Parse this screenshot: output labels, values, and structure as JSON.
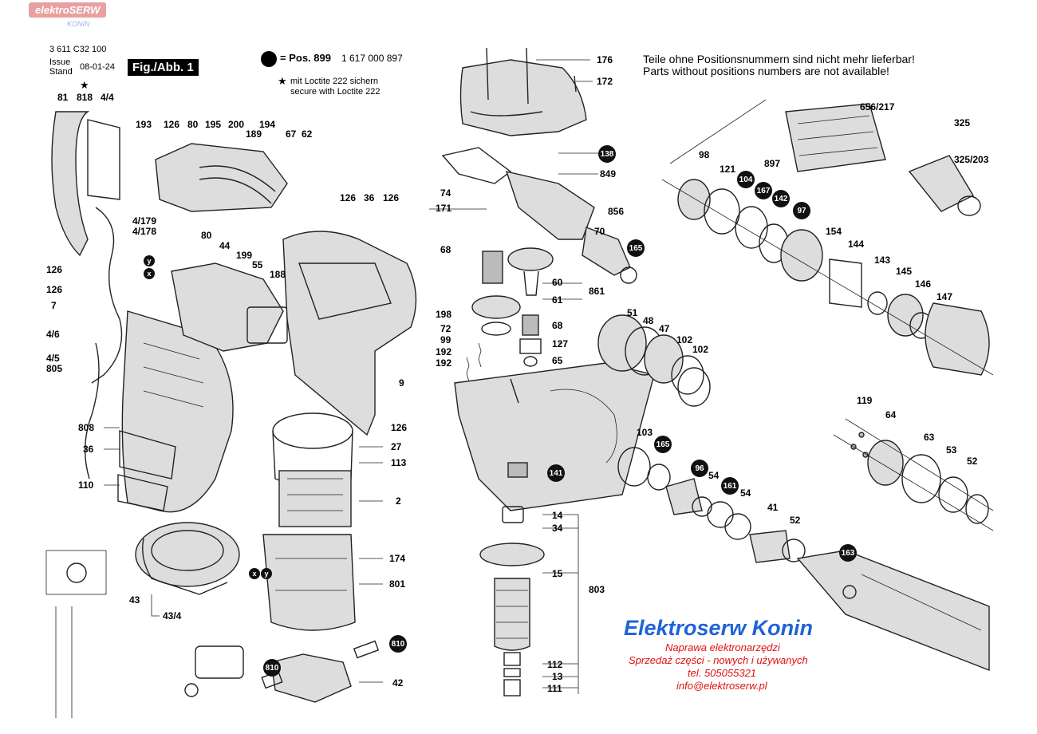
{
  "watermark": {
    "brand": "elektroSERW",
    "sub": "KONIN"
  },
  "header": {
    "part_number": "3 611 C32 100",
    "issue_label": "Issue",
    "stand_label": "Stand",
    "issue_date": "08-01-24",
    "figure": "Fig./Abb. 1",
    "pos_note": "= Pos. 899",
    "pos_number": "1 617 000 897",
    "loctite_de": "mit Loctite 222 sichern",
    "loctite_en": "secure with Loctite 222"
  },
  "notice": {
    "de": "Teile ohne Positionsnummern sind nicht mehr lieferbar!",
    "en": "Parts without positions numbers are not available!"
  },
  "labels": {
    "l81": "81",
    "l818": "818",
    "l44t": "4/4",
    "l193": "193",
    "l126a": "126",
    "l80a": "80",
    "l195": "195",
    "l200": "200",
    "l194": "194",
    "l189": "189",
    "l67": "67",
    "l62": "62",
    "l126b": "126",
    "l36a": "36",
    "l126c": "126",
    "l4179": "4/179",
    "l4178": "4/178",
    "l126d": "126",
    "l126e": "126",
    "l7": "7",
    "l46": "4/6",
    "l45": "4/5",
    "l805": "805",
    "l80b": "80",
    "l44": "44",
    "l199": "199",
    "l55": "55",
    "l188": "188",
    "l9": "9",
    "l126f": "126",
    "l808": "808",
    "l36b": "36",
    "l110": "110",
    "l27": "27",
    "l113": "113",
    "l2": "2",
    "l174": "174",
    "l801": "801",
    "l43": "43",
    "l434": "43/4",
    "l42": "42",
    "l176": "176",
    "l172": "172",
    "l849": "849",
    "l74": "74",
    "l171": "171",
    "l856": "856",
    "l70": "70",
    "l68": "68",
    "l60": "60",
    "l861": "861",
    "l61": "61",
    "l198": "198",
    "l72": "72",
    "l68b": "68",
    "l99": "99",
    "l127": "127",
    "l192a": "192",
    "l192b": "192",
    "l65": "65",
    "l14": "14",
    "l34": "34",
    "l15": "15",
    "l803": "803",
    "l112": "112",
    "l13": "13",
    "l111": "111",
    "l51": "51",
    "l48": "48",
    "l47": "47",
    "l102a": "102",
    "l102b": "102",
    "l103": "103",
    "l96": "96",
    "l54a": "54",
    "l54b": "54",
    "l41": "41",
    "l52a": "52",
    "l656": "656/217",
    "l325": "325",
    "l325203": "325/203",
    "l98": "98",
    "l121": "121",
    "l897": "897",
    "l154": "154",
    "l144": "144",
    "l143": "143",
    "l145": "145",
    "l146": "146",
    "l147": "147",
    "l119": "119",
    "l64": "64",
    "l63": "63",
    "l53": "53",
    "l52b": "52"
  },
  "badges": {
    "b138": "138",
    "b165a": "165",
    "b104": "104",
    "b167": "167",
    "b142": "142",
    "b97": "97",
    "b165b": "165",
    "b141": "141",
    "b96": "96",
    "b161": "161",
    "b163": "163",
    "b810a": "810",
    "b810b": "810",
    "by1": "y",
    "bx1": "x",
    "bx2": "x",
    "by2": "y"
  },
  "contact": {
    "company": "Elektroserw Konin",
    "line1": "Naprawa elektronarzędzi",
    "line2": "Sprzedaż części - nowych i używanych",
    "line3": "tel. 505055321",
    "line4": "info@elektroserw.pl"
  }
}
